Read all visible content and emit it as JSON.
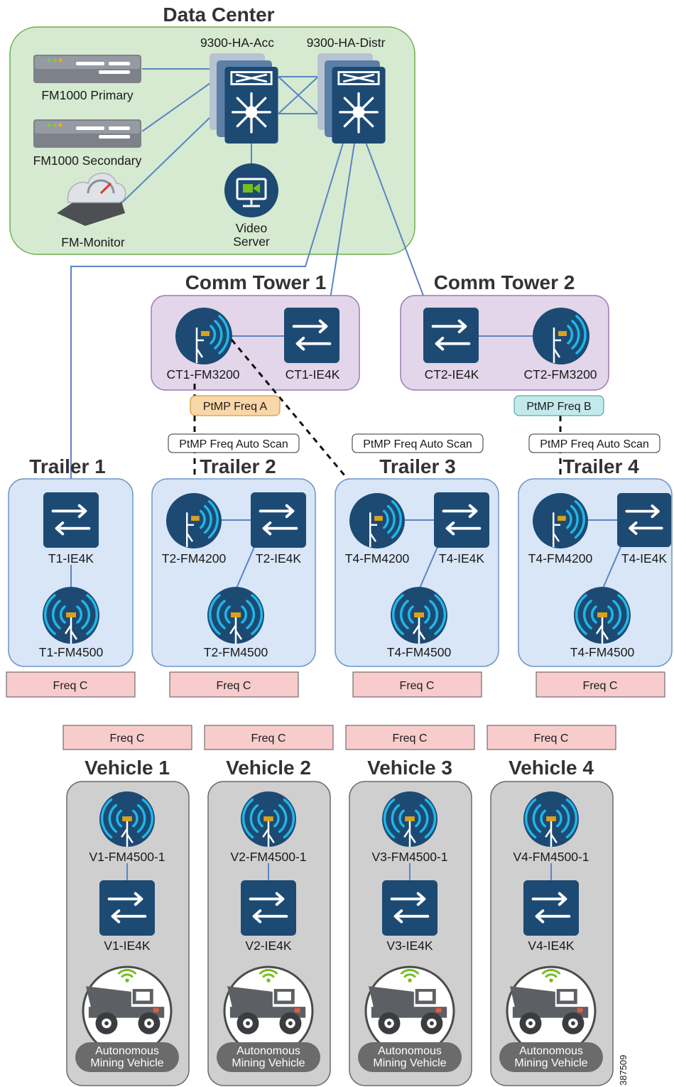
{
  "data_center": {
    "title": "Data Center",
    "acc_switch": "9300-HA-Acc",
    "distr_switch": "9300-HA-Distr",
    "fm1000_primary": "FM1000 Primary",
    "fm1000_secondary": "FM1000 Secondary",
    "fm_monitor": "FM-Monitor",
    "video_server_line1": "Video",
    "video_server_line2": "Server"
  },
  "comm_tower_1": {
    "title": "Comm Tower 1",
    "radio": "CT1-FM3200",
    "switch": "CT1-IE4K",
    "freq_tag": "PtMP Freq A"
  },
  "comm_tower_2": {
    "title": "Comm Tower 2",
    "switch": "CT2-IE4K",
    "radio": "CT2-FM3200",
    "freq_tag": "PtMP Freq B"
  },
  "auto_scan": "PtMP Freq Auto Scan",
  "trailers": [
    {
      "title": "Trailer 1",
      "switch": "T1-IE4K",
      "mesh": "T1-FM4500",
      "freq": "Freq C"
    },
    {
      "title": "Trailer 2",
      "radio": "T2-FM4200",
      "switch": "T2-IE4K",
      "mesh": "T2-FM4500",
      "freq": "Freq C"
    },
    {
      "title": "Trailer 3",
      "radio": "T4-FM4200",
      "switch": "T4-IE4K",
      "mesh": "T4-FM4500",
      "freq": "Freq C"
    },
    {
      "title": "Trailer 4",
      "radio": "T4-FM4200",
      "switch": "T4-IE4K",
      "mesh": "T4-FM4500",
      "freq": "Freq C"
    }
  ],
  "vehicles": [
    {
      "title": "Vehicle 1",
      "freq": "Freq C",
      "radio": "V1-FM4500-1",
      "switch": "V1-IE4K",
      "vehicle_line1": "Autonomous",
      "vehicle_line2": "Mining Vehicle"
    },
    {
      "title": "Vehicle 2",
      "freq": "Freq C",
      "radio": "V2-FM4500-1",
      "switch": "V2-IE4K",
      "vehicle_line1": "Autonomous",
      "vehicle_line2": "Mining Vehicle"
    },
    {
      "title": "Vehicle 3",
      "freq": "Freq C",
      "radio": "V3-FM4500-1",
      "switch": "V3-IE4K",
      "vehicle_line1": "Autonomous",
      "vehicle_line2": "Mining Vehicle"
    },
    {
      "title": "Vehicle 4",
      "freq": "Freq C",
      "radio": "V4-FM4500-1",
      "switch": "V4-IE4K",
      "vehicle_line1": "Autonomous",
      "vehicle_line2": "Mining Vehicle"
    }
  ],
  "figure_id": "387509",
  "colors": {
    "device_navy": "#1d4a73",
    "data_center_fill": "#d5ead0",
    "data_center_border": "#6ab04c",
    "comm_tower_fill": "#e3d6ea",
    "comm_tower_border": "#9b7bb0",
    "trailer_fill": "#d8e6f7",
    "trailer_border": "#6f95c8",
    "vehicle_fill": "#cfcfcf",
    "vehicle_border": "#6b6b6b",
    "freq_c_fill": "#f8cccc",
    "freq_a_fill": "#fad7a8",
    "freq_b_fill": "#c4e9ea",
    "link_color": "#5b84c4",
    "wifi_cyan": "#1fb7e8"
  }
}
